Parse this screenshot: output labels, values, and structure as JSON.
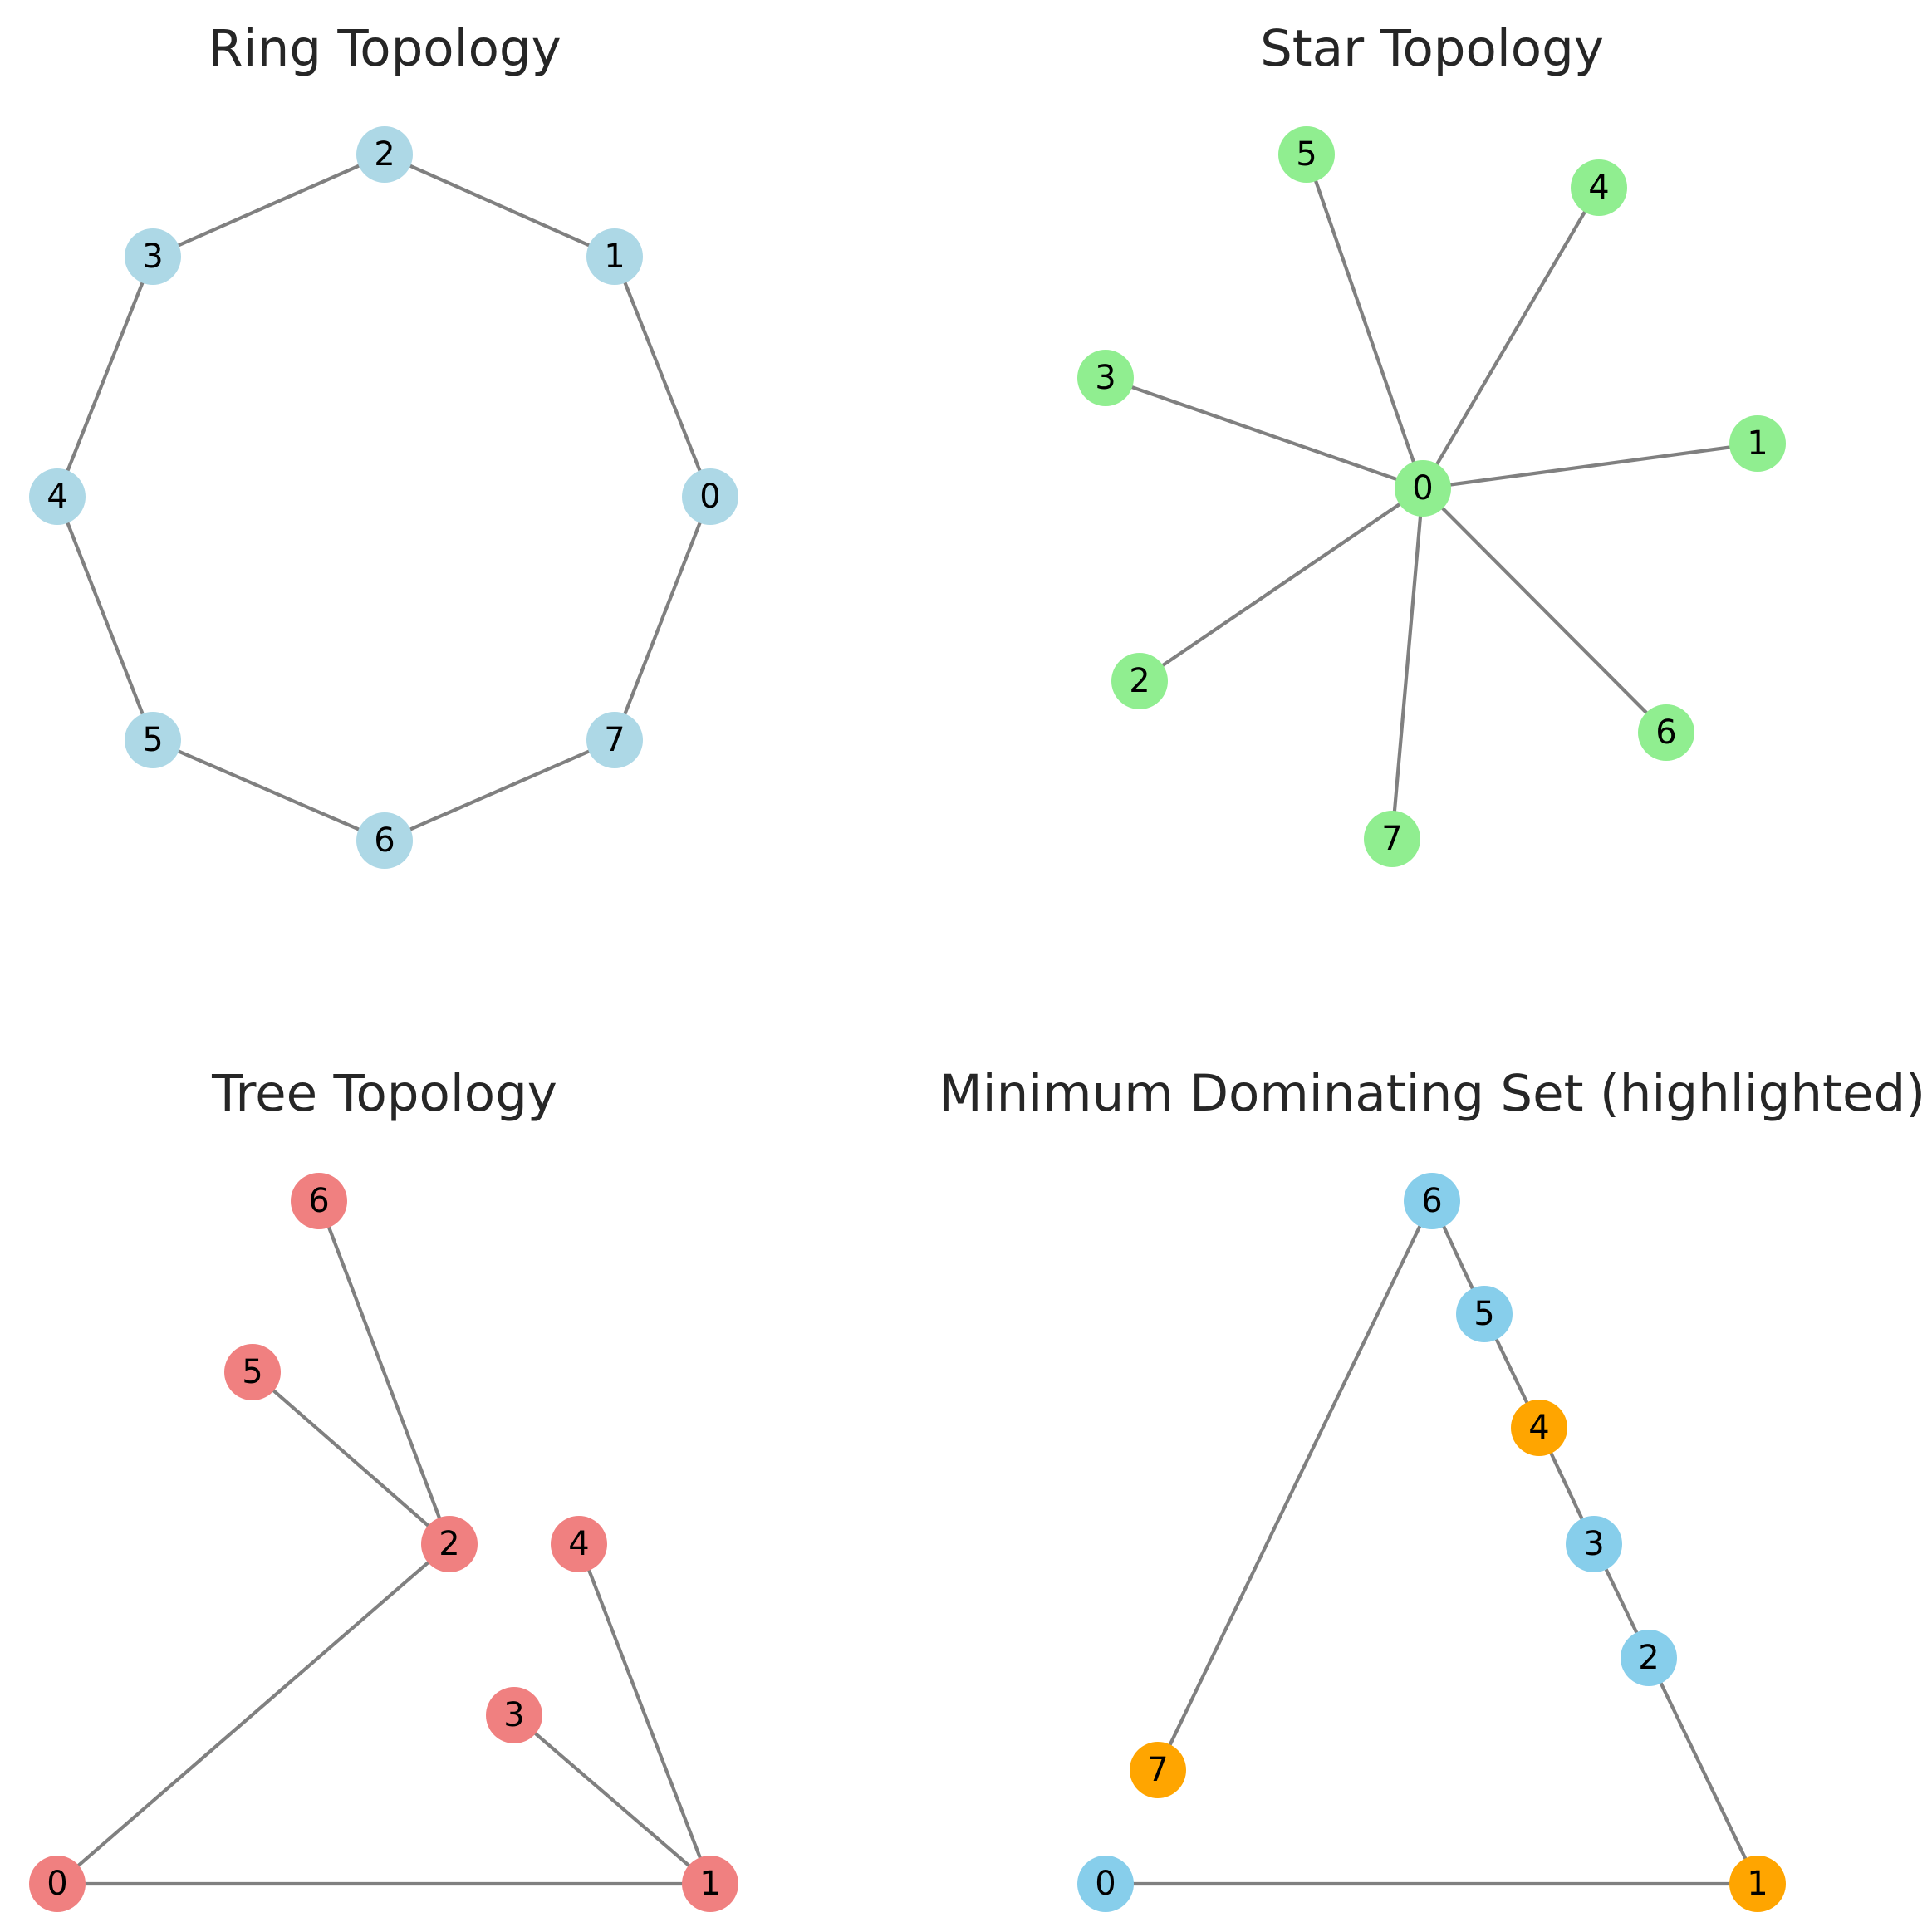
{
  "panels": [
    {
      "title": "Ring Topology",
      "node_color": "#add8e6",
      "nodes": [
        "0",
        "1",
        "2",
        "3",
        "4",
        "5",
        "6",
        "7"
      ],
      "edges": [
        [
          "0",
          "1"
        ],
        [
          "1",
          "2"
        ],
        [
          "2",
          "3"
        ],
        [
          "3",
          "4"
        ],
        [
          "4",
          "5"
        ],
        [
          "5",
          "6"
        ],
        [
          "6",
          "7"
        ],
        [
          "7",
          "0"
        ]
      ]
    },
    {
      "title": "Star Topology",
      "node_color": "#90ee90",
      "nodes": [
        "0",
        "1",
        "2",
        "3",
        "4",
        "5",
        "6",
        "7"
      ],
      "edges": [
        [
          "0",
          "1"
        ],
        [
          "0",
          "2"
        ],
        [
          "0",
          "3"
        ],
        [
          "0",
          "4"
        ],
        [
          "0",
          "5"
        ],
        [
          "0",
          "6"
        ],
        [
          "0",
          "7"
        ]
      ]
    },
    {
      "title": "Tree Topology",
      "node_color": "#f08080",
      "nodes": [
        "0",
        "1",
        "2",
        "3",
        "4",
        "5",
        "6"
      ],
      "edges": [
        [
          "0",
          "1"
        ],
        [
          "0",
          "2"
        ],
        [
          "1",
          "3"
        ],
        [
          "1",
          "4"
        ],
        [
          "2",
          "5"
        ],
        [
          "2",
          "6"
        ]
      ]
    },
    {
      "title": "Minimum Dominating Set (highlighted)",
      "node_color": "#87ceeb",
      "highlight_color": "#ffa500",
      "highlighted": [
        "1",
        "4",
        "7"
      ],
      "nodes": [
        "0",
        "1",
        "2",
        "3",
        "4",
        "5",
        "6",
        "7"
      ],
      "edges": [
        [
          "0",
          "1"
        ],
        [
          "1",
          "2"
        ],
        [
          "2",
          "3"
        ],
        [
          "3",
          "4"
        ],
        [
          "4",
          "5"
        ],
        [
          "5",
          "6"
        ],
        [
          "6",
          "7"
        ]
      ]
    }
  ],
  "edge_color": "#808080"
}
